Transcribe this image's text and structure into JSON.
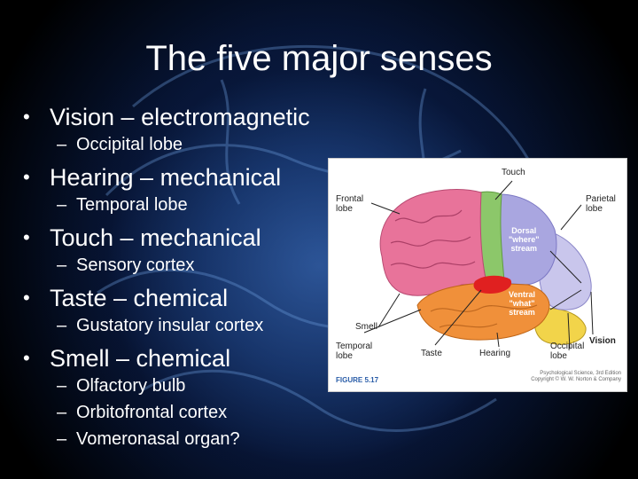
{
  "slide": {
    "title": "The five major senses",
    "bullets": [
      {
        "text": "Vision – electromagnetic",
        "subs": [
          "Occipital lobe"
        ]
      },
      {
        "text": "Hearing – mechanical",
        "subs": [
          "Temporal lobe"
        ]
      },
      {
        "text": "Touch – mechanical",
        "subs": [
          "Sensory cortex"
        ]
      },
      {
        "text": "Taste – chemical",
        "subs": [
          "Gustatory insular cortex"
        ]
      },
      {
        "text": "Smell – chemical",
        "subs": [
          "Olfactory bulb",
          "Orbitofrontal cortex",
          "Vomeronasal organ?"
        ]
      }
    ],
    "bullet_glyph": "•",
    "sub_glyph": "–"
  },
  "figure": {
    "labels": {
      "touch": "Touch",
      "frontal": "Frontal\nlobe",
      "parietal": "Parietal\nlobe",
      "dorsal": "Dorsal\n\"where\"\nstream",
      "ventral": "Ventral\n\"what\"\nstream",
      "smell": "Smell",
      "temporal": "Temporal\nlobe",
      "taste": "Taste",
      "hearing": "Hearing",
      "occipital": "Occipital\nlobe",
      "vision": "Vision"
    },
    "caption": "FIGURE 5.17",
    "credit": "Psychological Science, 3rd Edition\nCopyright © W. W. Norton & Company"
  },
  "colors": {
    "frontal": "#e8739a",
    "sensory": "#8cc76a",
    "parietal": "#a9a6e0",
    "temporal": "#f0903a",
    "occipital": "#c9c6ec",
    "insula": "#e02020",
    "cerebellum": "#f2d44a"
  }
}
